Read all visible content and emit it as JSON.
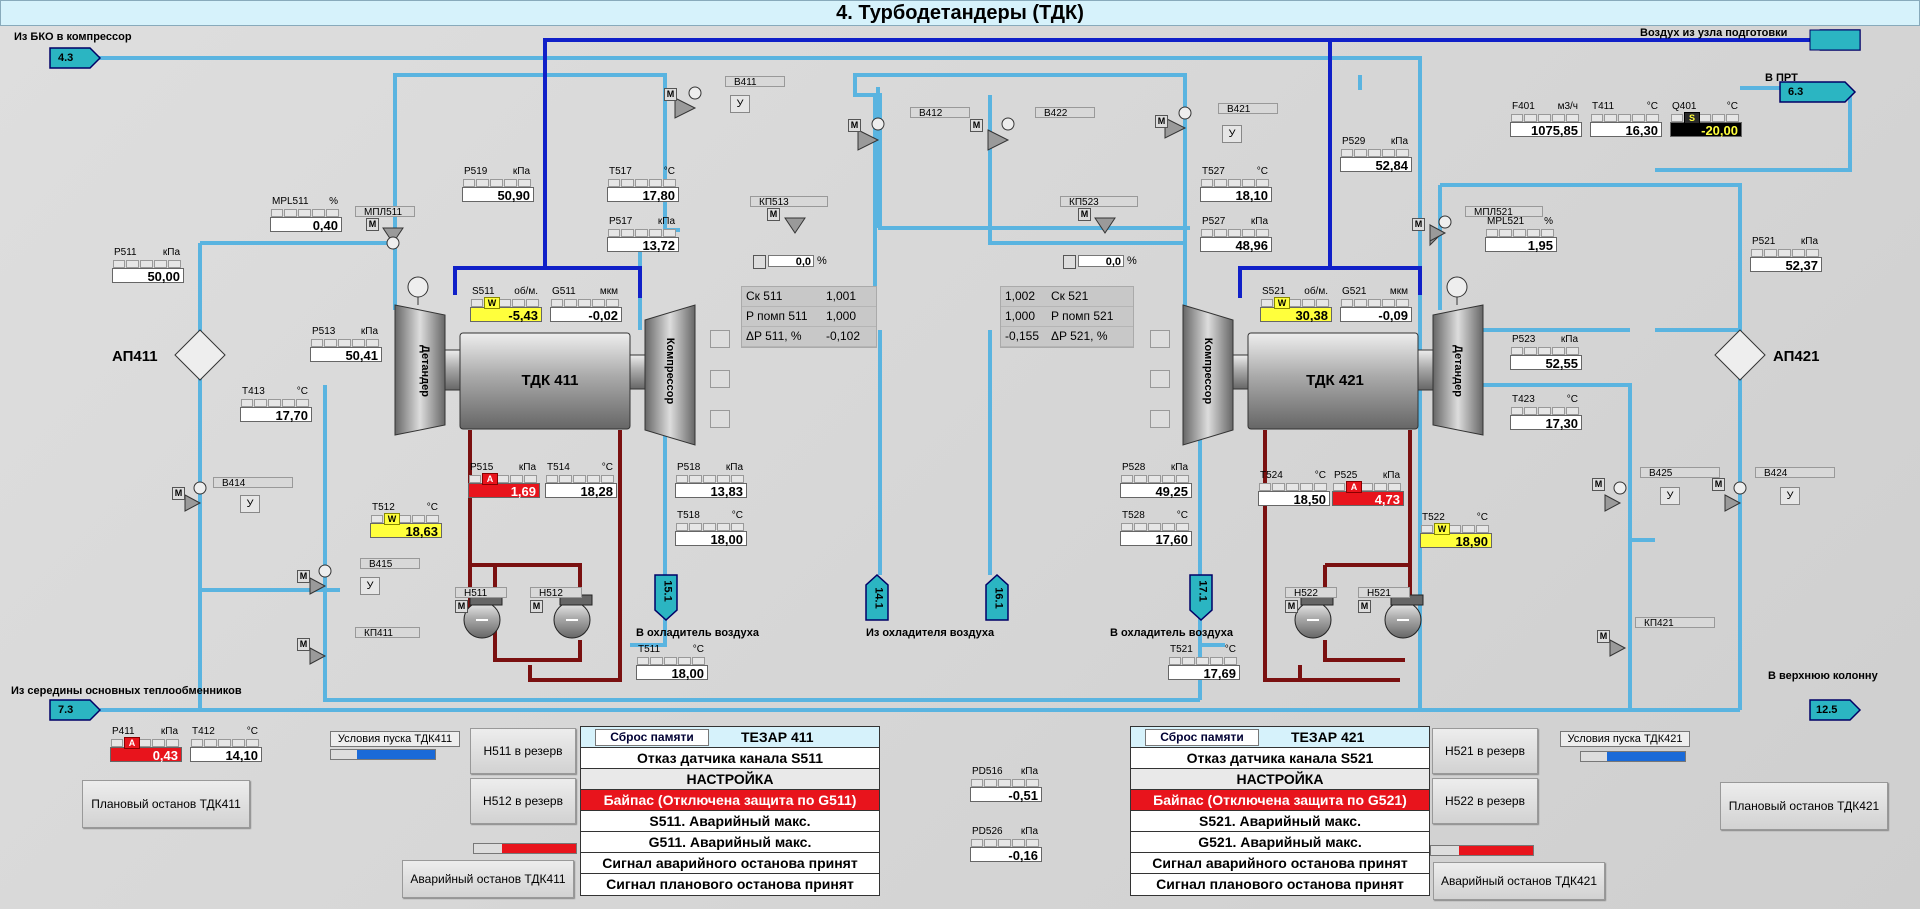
{
  "title": "4. Турбодетандеры (ТДК)",
  "labels": {
    "bko": "Из БКО в компрессор",
    "prep": "Воздух из узла подготовки",
    "prt": "В ПРТ",
    "mid": "Из середины основных теплообменников",
    "top": "В верхнюю колонну",
    "cool_in_left": "В охладитель воздуха",
    "cool_out": "Из охладителя воздуха",
    "cool_in_right": "В охладитель воздуха",
    "ap411": "АП411",
    "ap421": "АП421"
  },
  "flags": {
    "f43": "4.3",
    "f73": "7.3",
    "f63": "6.3",
    "f125": "12.5",
    "f151": "15.1",
    "f141": "14.1",
    "f161": "16.1",
    "f171": "17.1"
  },
  "machines": {
    "tdk411": "ТДК 411",
    "tdk421": "ТДК 421",
    "det": "Детандер",
    "comp": "Компрессор"
  },
  "valves": {
    "v411": "В411",
    "v412": "В412",
    "v422": "В422",
    "v421": "В421",
    "kp513": "КП513",
    "kp523": "КП523",
    "mpl511": "МПЛ511",
    "mpl521": "МПЛ521",
    "v414": "В414",
    "v415": "В415",
    "kp411": "КП411",
    "v425": "В425",
    "v424": "В424",
    "kp421": "КП421",
    "h511": "Н511",
    "h512": "Н512",
    "h522": "Н522",
    "h521": "Н521"
  },
  "widgets": {
    "mpl511": {
      "name": "MPL511",
      "unit": "%",
      "value": "0,40"
    },
    "p511": {
      "name": "P511",
      "unit": "кПа",
      "value": "50,00"
    },
    "p519": {
      "name": "P519",
      "unit": "кПа",
      "value": "50,90"
    },
    "t517": {
      "name": "T517",
      "unit": "°C",
      "value": "17,80"
    },
    "p517": {
      "name": "P517",
      "unit": "кПа",
      "value": "13,72"
    },
    "s511": {
      "name": "S511",
      "unit": "об/м.",
      "value": "-5,43",
      "badge": "W"
    },
    "g511": {
      "name": "G511",
      "unit": "мкм",
      "value": "-0,02"
    },
    "p513": {
      "name": "P513",
      "unit": "кПа",
      "value": "50,41"
    },
    "t413": {
      "name": "T413",
      "unit": "°C",
      "value": "17,70"
    },
    "p515": {
      "name": "P515",
      "unit": "кПа",
      "value": "1,69",
      "badge": "A"
    },
    "t514": {
      "name": "T514",
      "unit": "°C",
      "value": "18,28"
    },
    "t512": {
      "name": "T512",
      "unit": "°C",
      "value": "18,63",
      "badge": "W"
    },
    "p518": {
      "name": "P518",
      "unit": "кПа",
      "value": "13,83"
    },
    "t518": {
      "name": "T518",
      "unit": "°C",
      "value": "18,00"
    },
    "t511": {
      "name": "T511",
      "unit": "°C",
      "value": "18,00"
    },
    "p411": {
      "name": "P411",
      "unit": "кПа",
      "value": "0,43",
      "badge": "A"
    },
    "t412": {
      "name": "T412",
      "unit": "°C",
      "value": "14,10"
    },
    "f401": {
      "name": "F401",
      "unit": "м3/ч",
      "value": "1075,85"
    },
    "t411": {
      "name": "T411",
      "unit": "°C",
      "value": "16,30"
    },
    "q401": {
      "name": "Q401",
      "unit": "°C",
      "value": "-20,00",
      "badge": "S"
    },
    "p529": {
      "name": "P529",
      "unit": "кПа",
      "value": "52,84"
    },
    "t527": {
      "name": "T527",
      "unit": "°C",
      "value": "18,10"
    },
    "p527": {
      "name": "P527",
      "unit": "кПа",
      "value": "48,96"
    },
    "mpl521": {
      "name": "MPL521",
      "unit": "%",
      "value": "1,95"
    },
    "p521": {
      "name": "P521",
      "unit": "кПа",
      "value": "52,37"
    },
    "s521": {
      "name": "S521",
      "unit": "об/м.",
      "value": "30,38",
      "badge": "W"
    },
    "g521": {
      "name": "G521",
      "unit": "мкм",
      "value": "-0,09"
    },
    "p523": {
      "name": "P523",
      "unit": "кПа",
      "value": "52,55"
    },
    "t423": {
      "name": "T423",
      "unit": "°C",
      "value": "17,30"
    },
    "p528": {
      "name": "P528",
      "unit": "кПа",
      "value": "49,25"
    },
    "t528": {
      "name": "T528",
      "unit": "°C",
      "value": "17,60"
    },
    "t524": {
      "name": "T524",
      "unit": "°C",
      "value": "18,50"
    },
    "p525": {
      "name": "P525",
      "unit": "кПа",
      "value": "4,73",
      "badge": "A"
    },
    "t522": {
      "name": "T522",
      "unit": "°C",
      "value": "18,90",
      "badge": "W"
    },
    "t521": {
      "name": "T521",
      "unit": "°C",
      "value": "17,69"
    },
    "pd516": {
      "name": "PD516",
      "unit": "кПа",
      "value": "-0,51"
    },
    "pd526": {
      "name": "PD526",
      "unit": "кПа",
      "value": "-0,16"
    }
  },
  "kp513_val": "0,0",
  "kp523_val": "0,0",
  "pct": "%",
  "calc_left": {
    "r1l": "Ск 511",
    "r1v": "1,001",
    "r2l": "P помп 511",
    "r2v": "1,000",
    "r3l": "ΔP 511, %",
    "r3v": "-0,102"
  },
  "calc_right": {
    "r1v": "1,002",
    "r1l": "Ск 521",
    "r2v": "1,000",
    "r2l": "P помп 521",
    "r3v": "-0,155",
    "r3l": "ΔP 521, %"
  },
  "status_left": {
    "reset": "Сброс памяти",
    "title": "ТЕЗАР 411",
    "rows": [
      "Отказ датчика канала S511",
      "НАСТРОЙКА",
      "Байпас (Отключена защита по G511)",
      "S511. Аварийный макс.",
      "G511. Аварийный макс.",
      "Сигнал аварийного останова принят",
      "Сигнал планового останова принят"
    ]
  },
  "status_right": {
    "reset": "Сброс памяти",
    "title": "ТЕЗАР 421",
    "rows": [
      "Отказ датчика канала S521",
      "НАСТРОЙКА",
      "Байпас (Отключена защита по G521)",
      "S521. Аварийный макс.",
      "G521. Аварийный макс.",
      "Сигнал аварийного останова принят",
      "Сигнал планового останова принят"
    ]
  },
  "buttons": {
    "h511_res": "Н511 в резерв",
    "h512_res": "Н512 в резерв",
    "h521_res": "Н521 в резерв",
    "h522_res": "Н522 в резерв",
    "plan411": "Плановый останов ТДК411",
    "plan421": "Плановый останов ТДК421",
    "av411": "Аварийный останов ТДК411",
    "av421": "Аварийный останов ТДК421",
    "start411": "Условия пуска ТДК411",
    "start421": "Условия пуска ТДК421",
    "u": "У",
    "m": "М"
  },
  "colors": {
    "pipe_light": "#5ab4e0",
    "pipe_blue": "#1020c8",
    "pipe_oil": "#7a1010",
    "alarm_red": "#e8141c",
    "warn_yellow": "#ffff3c"
  }
}
